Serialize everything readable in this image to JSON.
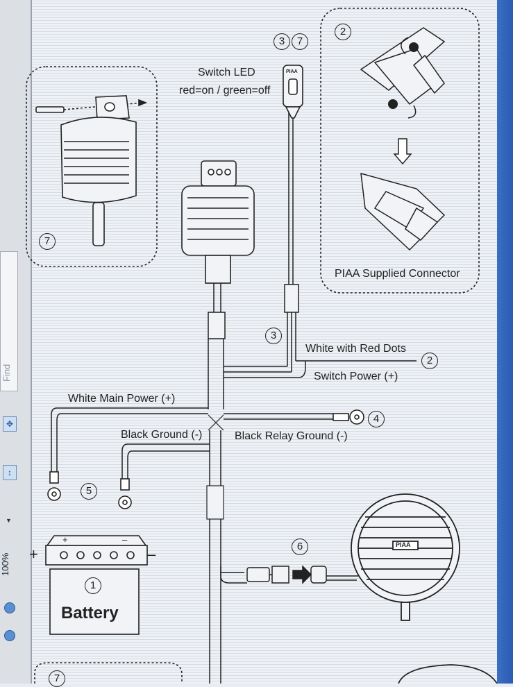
{
  "labels": {
    "switch_led": "Switch LED",
    "led_colors": "red=on / green=off",
    "connector": "PIAA Supplied Connector",
    "white_red_dots": "White with Red Dots",
    "switch_power": "Switch Power (+)",
    "white_main_power": "White Main Power (+)",
    "black_ground": "Black Ground (-)",
    "black_relay_ground": "Black Relay Ground (-)",
    "battery": "Battery",
    "battery_plus": "+",
    "battery_minus": "–",
    "terminal_plus": "+",
    "terminal_minus": "–",
    "switch_badge": "PIAA",
    "light_badge": "PIAA"
  },
  "callouts": [
    "1",
    "2",
    "3",
    "4",
    "5",
    "6",
    "7"
  ],
  "viewer": {
    "find_label": "Find",
    "zoom_label": "100%"
  },
  "colors": {
    "line": "#222222",
    "page_bg": "#eef1f5",
    "taskbar": "#2b5bb0"
  }
}
